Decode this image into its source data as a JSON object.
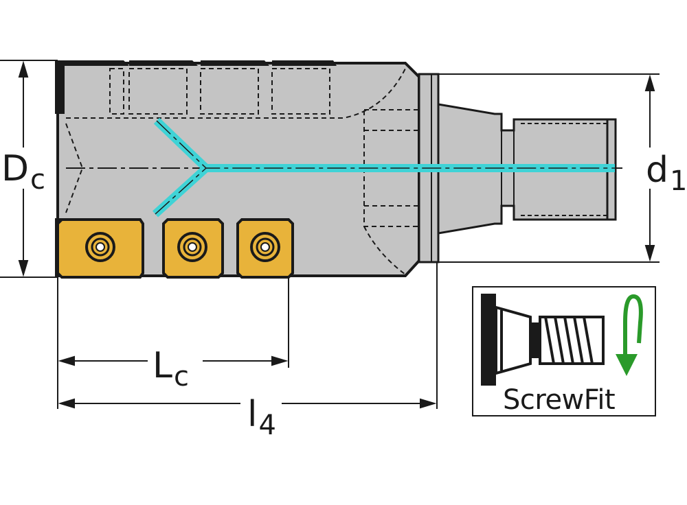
{
  "diagram": {
    "dims": {
      "Dc": {
        "main": "D",
        "sub": "c"
      },
      "d1": {
        "main": "d",
        "sub": "1"
      },
      "Lc": {
        "main": "L",
        "sub": "c"
      },
      "l4": {
        "main": "l",
        "sub": "4"
      }
    },
    "brand": {
      "label": "ScrewFit",
      "icon": "screwfit-logo-icon"
    },
    "colors": {
      "body": "#c4c4c4",
      "outline": "#1a1a1a",
      "insert": "#e8b33a",
      "coolant": "#3fd3d6",
      "arrow": "#2a9a2a",
      "background": "#ffffff"
    },
    "inserts_visible": 3
  }
}
